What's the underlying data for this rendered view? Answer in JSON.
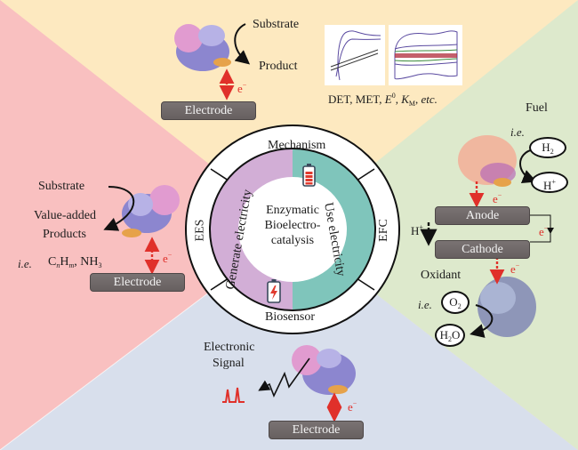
{
  "colors": {
    "top_quadrant": "#fde9c0",
    "left_quadrant": "#f9c0c0",
    "right_quadrant": "#dde9cc",
    "bottom_quadrant": "#d8dfec",
    "generate_half": "#d2aed6",
    "use_half": "#7fc5bb",
    "electrode_box": "#6f6868",
    "electron_arrow": "#e0302a"
  },
  "center": {
    "title_lines": [
      "Enzymatic",
      "Bioelectro-",
      "catalysis"
    ],
    "left_half_label": "Generate electricity",
    "right_half_label": "Use electricity",
    "top_icon": "battery-full-icon",
    "bottom_icon": "battery-charging-icon"
  },
  "ring": {
    "top": "Mechanism",
    "left": "EES",
    "right": "EFC",
    "bottom": "Biosensor"
  },
  "mechanism": {
    "substrate": "Substrate",
    "product": "Product",
    "electron": "e",
    "electron_sup": "−",
    "electrode": "Electrode",
    "caption_parts": [
      "DET, MET, ",
      "E",
      "0",
      ", ",
      "K",
      "M",
      ", ",
      "etc."
    ]
  },
  "ees": {
    "substrate": "Substrate",
    "products_line1": "Value-added",
    "products_line2": "Products",
    "ie": "i.e.",
    "example_c": "C",
    "example_n": "n",
    "example_h": "H",
    "example_m": "m",
    "example_rest": ", NH",
    "example_3": "3",
    "electron": "e",
    "electron_sup": "−",
    "electrode": "Electrode"
  },
  "efc": {
    "fuel": "Fuel",
    "ie_fuel": "i.e.",
    "fuel_in": "H",
    "fuel_in_sub": "2",
    "fuel_out": "H",
    "fuel_out_sup": "+",
    "anode": "Anode",
    "cathode": "Cathode",
    "proton": "H",
    "proton_sup": "+",
    "electron": "e",
    "electron_sup": "−",
    "oxidant": "Oxidant",
    "ie_oxidant": "i.e.",
    "ox_in": "O",
    "ox_in_sub": "2",
    "ox_out_h": "H",
    "ox_out_sub": "2",
    "ox_out_o": "O"
  },
  "biosensor": {
    "signal_line1": "Electronic",
    "signal_line2": "Signal",
    "electron": "e",
    "electron_sup": "−",
    "electrode": "Electrode"
  }
}
